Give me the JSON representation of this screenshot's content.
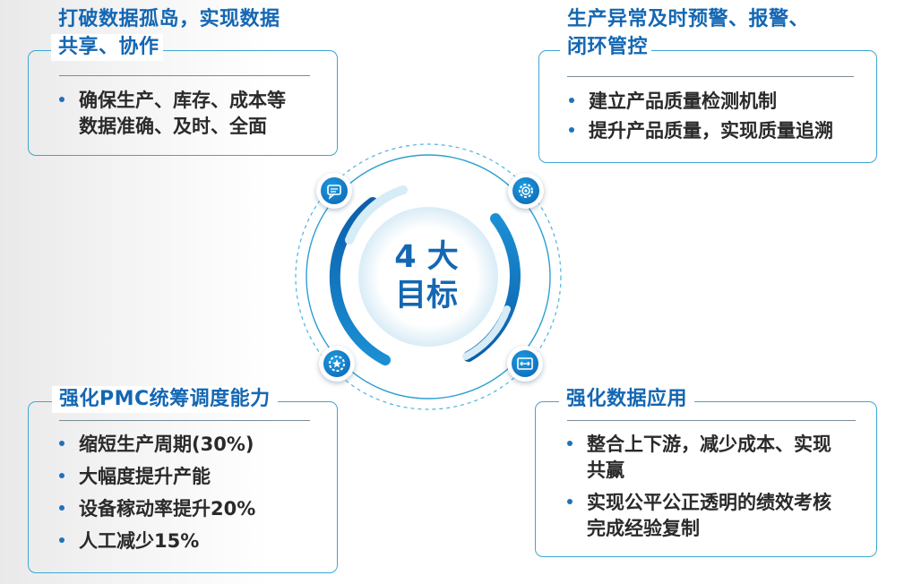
{
  "center": {
    "line1": "4 大",
    "line2": "目标"
  },
  "goals": [
    {
      "title_line1": "打破数据孤岛，实现数据",
      "title_line2": "共享、协作",
      "items": [
        {
          "line1": "确保生产、库存、成本等",
          "line2": "数据准确、及时、全面"
        }
      ]
    },
    {
      "title_line1": "生产异常及时预警、报警、",
      "title_line2": "闭环管控",
      "items": [
        {
          "line1": "建立产品质量检测机制"
        },
        {
          "line1": "提升产品质量，实现质量追溯"
        }
      ]
    },
    {
      "title_line1": "强化PMC统筹调度能力",
      "items": [
        {
          "line1": "缩短生产周期(30%)"
        },
        {
          "line1": "大幅度提升产能"
        },
        {
          "line1": "设备稼动率提升20%"
        },
        {
          "line1": "人工减少15%"
        }
      ]
    },
    {
      "title_line1": "强化数据应用",
      "items": [
        {
          "line1": "整合上下游，减少成本、实现",
          "line2": "共赢"
        },
        {
          "line1": "实现公平公正透明的绩效考核",
          "line2": "完成经验复制"
        }
      ]
    }
  ],
  "icons": [
    "chat-icon",
    "gear-icon",
    "settings-star-icon",
    "exchange-icon"
  ],
  "colors": {
    "title_blue": "#1467b3",
    "frame_blue": "#3ca6d3",
    "text": "#2a2a2a"
  }
}
